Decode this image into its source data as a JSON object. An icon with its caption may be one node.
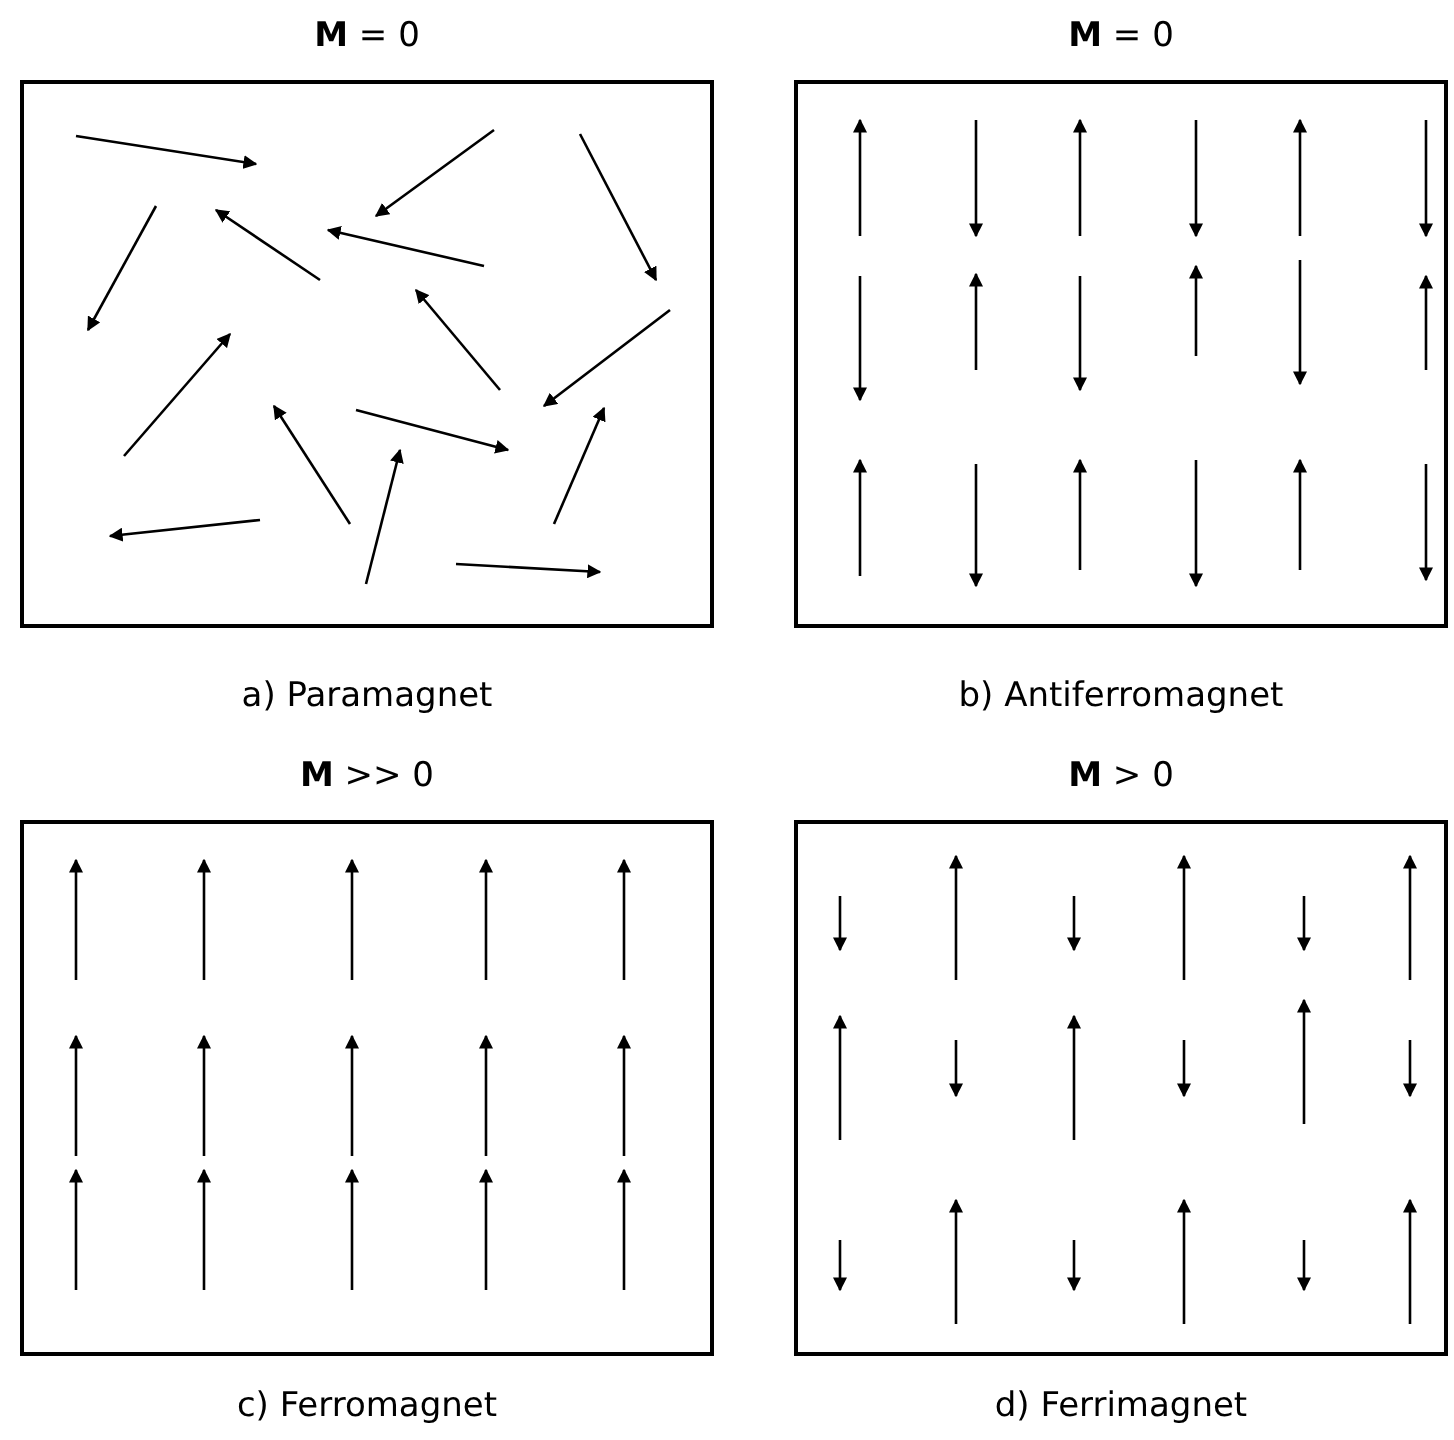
{
  "diagram": {
    "nodes": [
      {
        "text": [
          "**M** = 0"
        ],
        "beside": [
          "a) Paramagnet"
        ]
      },
      {
        "text": [
          "**M** = 0"
        ],
        "beside": [
          "b) Antiferromagnet"
        ]
      },
      {
        "text": [
          "**M** >> 0"
        ],
        "beside": [
          "c) Ferromagnet"
        ]
      },
      {
        "text": [
          "**M** > 0"
        ],
        "beside": [
          "d) Ferrimagnet"
        ]
      }
    ]
  }
}
